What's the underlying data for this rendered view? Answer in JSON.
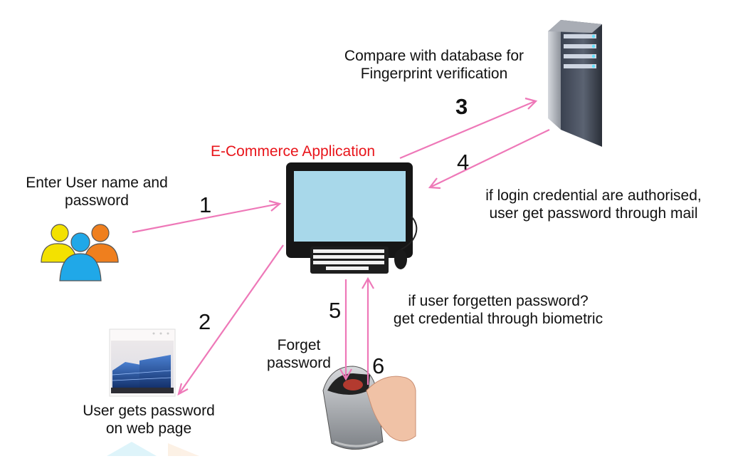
{
  "diagram": {
    "labels": {
      "compare_line1": "Compare with database for",
      "compare_line2": "Fingerprint verification",
      "app_title": "E-Commerce Application",
      "enter_line1": "Enter User name and",
      "enter_line2": "password",
      "authorised_line1": "if login credential are authorised,",
      "authorised_line2": "user get password through mail",
      "forgotten_line1": "if user forgetten password?",
      "forgotten_line2": "get credential through biometric",
      "forget_line1": "Forget",
      "forget_line2": "password",
      "gets_line1": "User gets  password",
      "gets_line2": "on web page"
    },
    "steps": [
      "1",
      "2",
      "3",
      "4",
      "5",
      "6"
    ],
    "colors": {
      "arrow": "#ee78b8",
      "title": "#e8141a",
      "screen": "#a8d8ea"
    },
    "icons": [
      "users-icon",
      "computer-icon",
      "server-icon",
      "web-page-icon",
      "fingerprint-scanner-icon"
    ]
  }
}
